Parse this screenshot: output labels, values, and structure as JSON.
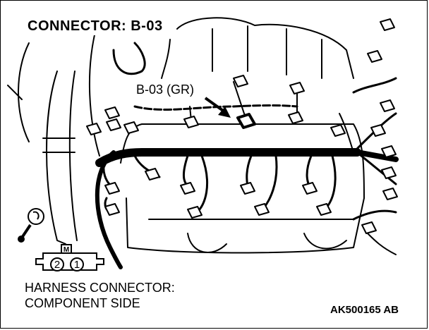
{
  "diagram": {
    "title": "CONNECTOR: B-03",
    "callout": "B-03 (GR)",
    "caption_line1": "HARNESS CONNECTOR:",
    "caption_line2": "COMPONENT SIDE",
    "code": "AK500165 AB",
    "connector_face": {
      "key": "M",
      "pins": [
        "2",
        "1"
      ]
    },
    "icons": [
      "engine-harness-illustration",
      "connector-icon",
      "arrow-icon",
      "ground-terminal-icon"
    ]
  }
}
